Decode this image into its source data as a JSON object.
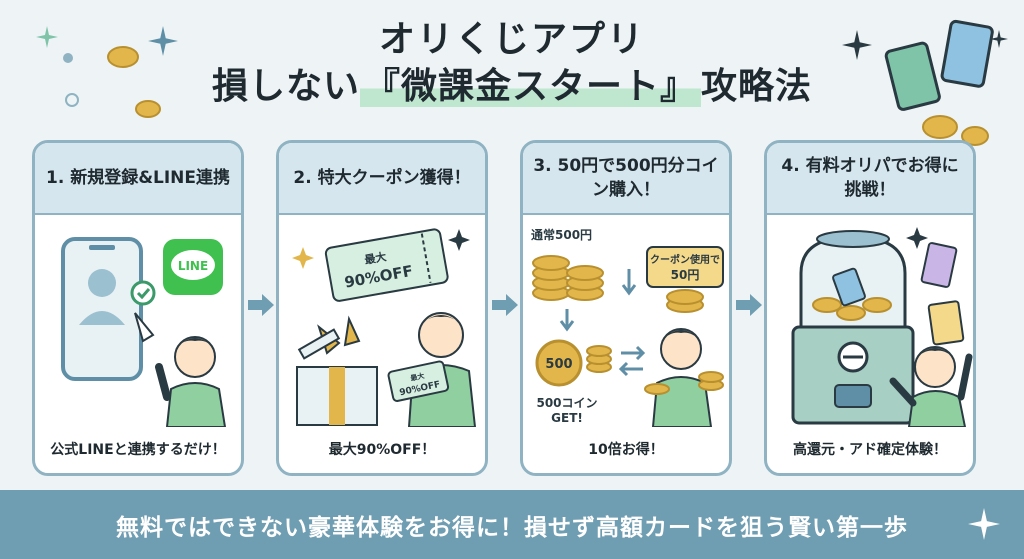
{
  "title": {
    "line1": "オリくじアプリ",
    "line2_pre": "損しない",
    "line2_highlight": "『微課金スタート』",
    "line2_post": "攻略法"
  },
  "steps": [
    {
      "heading": "1. 新規登録&LINE連携",
      "caption": "公式LINEと連携するだけ！",
      "badge": "LINE"
    },
    {
      "heading": "2. 特大クーポン獲得！",
      "caption": "最大90%OFF！",
      "ticket_top": "最大",
      "ticket_main": "90%OFF",
      "small_ticket_top": "最大",
      "small_ticket_main": "90%OFF"
    },
    {
      "heading": "3. 50円で500円分コイン購入！",
      "caption": "10倍お得！",
      "label_normal": "通常500円",
      "label_coupon_line1": "クーポン使用で",
      "label_coupon_line2": "50円",
      "coin_value": "500",
      "coin_result_line1": "500コイン",
      "coin_result_line2": "GET!"
    },
    {
      "heading": "4. 有料オリパでお得に挑戦！",
      "caption": "高還元・アド確定体験！"
    }
  ],
  "footer": {
    "text": "無料ではできない豪華体験をお得に！損せず高額カードを狙う賢い第一歩"
  },
  "colors": {
    "accent": "#8fb3c3",
    "head_bg": "#d6e6ee",
    "footer_bg": "#6f9db2",
    "highlight": "#bfe6cf",
    "gold": "#e2b64a",
    "line_green": "#3fc04f"
  }
}
